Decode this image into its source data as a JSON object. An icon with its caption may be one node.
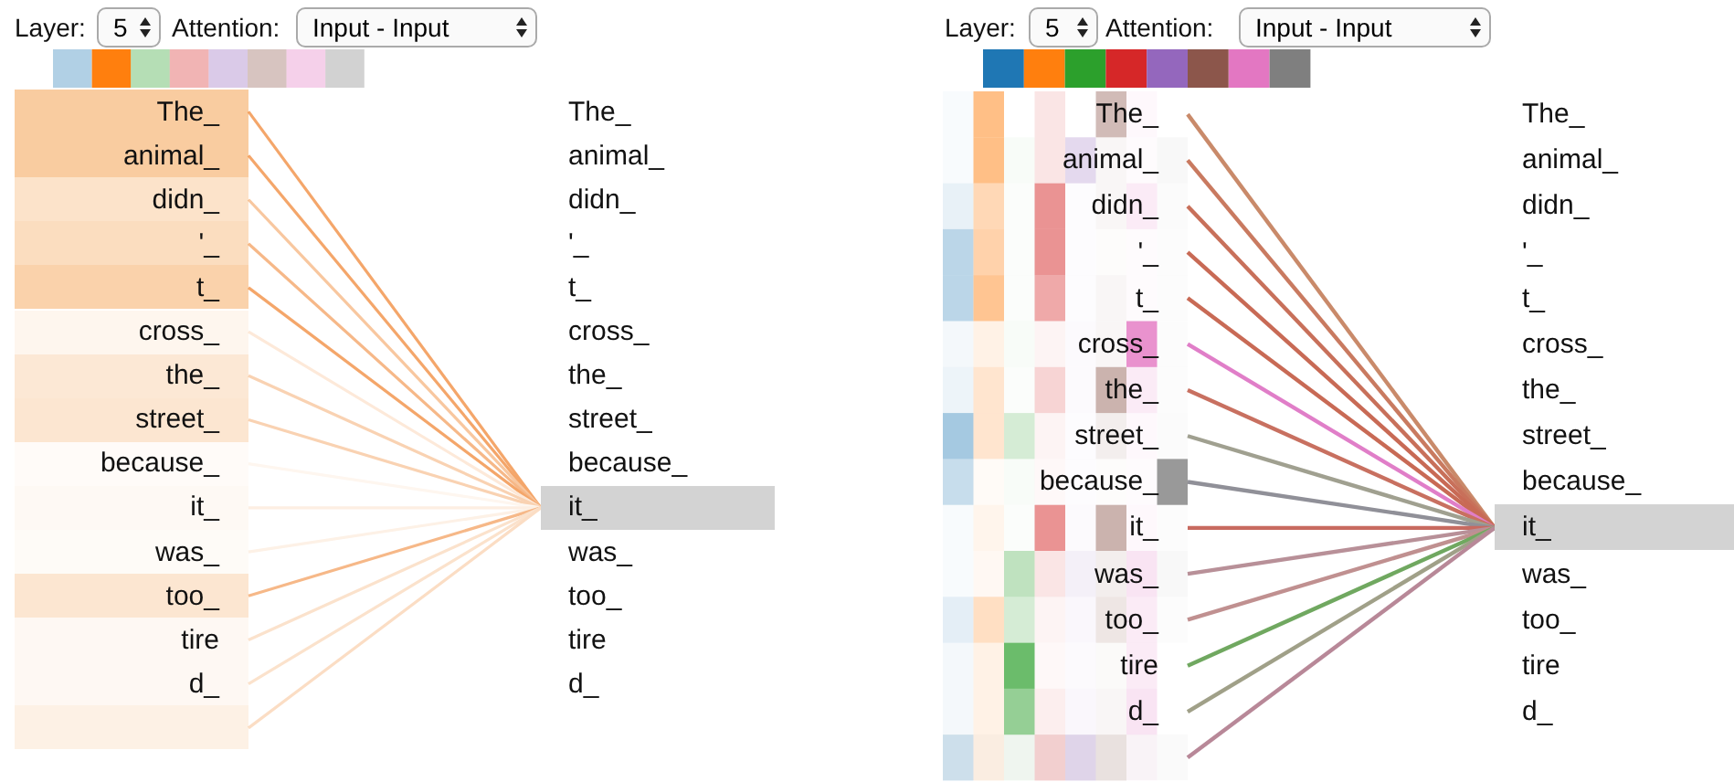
{
  "diagram": {
    "nodes": [
      {
        "text": [
          "The_"
        ]
      },
      {
        "text": [
          "animal_"
        ]
      },
      {
        "text": [
          "didn_"
        ]
      },
      {
        "text": [
          "'_"
        ]
      },
      {
        "text": [
          "t_"
        ]
      },
      {
        "text": [
          "cross_"
        ]
      },
      {
        "text": [
          "the_"
        ]
      },
      {
        "text": [
          "street_"
        ]
      },
      {
        "text": [
          "because_"
        ]
      },
      {
        "text": [
          "it_"
        ]
      },
      {
        "text": [
          "was_"
        ]
      },
      {
        "text": [
          "too_"
        ]
      },
      {
        "text": [
          "tire"
        ]
      },
      {
        "text": [
          "d_"
        ]
      },
      {
        "text": [],
        "shape": "box"
      },
      {
        "text": [
          "The_"
        ]
      },
      {
        "text": [
          "animal_"
        ]
      },
      {
        "text": [
          "didn_"
        ]
      },
      {
        "text": [
          "'_"
        ]
      },
      {
        "text": [
          "t_"
        ]
      },
      {
        "text": [
          "cross_"
        ]
      },
      {
        "text": [
          "the_"
        ]
      },
      {
        "text": [
          "street_"
        ]
      },
      {
        "text": [
          "because_"
        ]
      },
      {
        "text": [
          "it_"
        ]
      },
      {
        "text": [
          "was_"
        ]
      },
      {
        "text": [
          "too_"
        ]
      },
      {
        "text": [
          "tire"
        ]
      },
      {
        "text": [
          "d_"
        ]
      },
      {
        "text": [
          "The_"
        ]
      },
      {
        "text": [
          "animal_"
        ]
      },
      {
        "text": [
          "didn_"
        ]
      },
      {
        "text": [
          "'_"
        ]
      },
      {
        "text": [
          "t_"
        ]
      },
      {
        "text": [
          "cross_"
        ]
      },
      {
        "text": [
          "the_"
        ]
      },
      {
        "text": [
          "street_"
        ]
      },
      {
        "text": [
          "because_"
        ]
      },
      {
        "text": [
          "it_"
        ]
      },
      {
        "text": [
          "was_"
        ]
      },
      {
        "text": [
          "too_"
        ]
      },
      {
        "text": [
          "tire"
        ]
      },
      {
        "text": [
          "d_"
        ]
      },
      {
        "text": [],
        "shape": "box"
      },
      {
        "text": [
          "The_"
        ]
      },
      {
        "text": [
          "animal_"
        ]
      },
      {
        "text": [
          "didn_"
        ]
      },
      {
        "text": [
          "'_"
        ]
      },
      {
        "text": [
          "t_"
        ]
      },
      {
        "text": [
          "cross_"
        ]
      },
      {
        "text": [
          "the_"
        ]
      },
      {
        "text": [
          "street_"
        ]
      },
      {
        "text": [
          "because_"
        ]
      },
      {
        "text": [
          "it_"
        ]
      },
      {
        "text": [
          "was_"
        ]
      },
      {
        "text": [
          "too_"
        ]
      },
      {
        "text": [
          "tire"
        ]
      },
      {
        "text": [
          "d_"
        ]
      }
    ],
    "edges": [
      {
        "from": 0,
        "to": 24,
        "arrow": "none",
        "color": "#f4a66a"
      },
      {
        "from": 1,
        "to": 24,
        "arrow": "none",
        "color": "#f4a66a"
      },
      {
        "from": 2,
        "to": 24,
        "arrow": "none",
        "color": "#f8c79f"
      },
      {
        "from": 3,
        "to": 24,
        "arrow": "none",
        "color": "#f6b888"
      },
      {
        "from": 4,
        "to": 24,
        "arrow": "none",
        "color": "#f4a66a"
      },
      {
        "from": 5,
        "to": 24,
        "arrow": "none",
        "color": "#fde9d9"
      },
      {
        "from": 6,
        "to": 24,
        "arrow": "none",
        "color": "#f9d2b2"
      },
      {
        "from": 7,
        "to": 24,
        "arrow": "none",
        "color": "#f9d2b2"
      },
      {
        "from": 8,
        "to": 24,
        "arrow": "none",
        "color": "#fef6ef"
      },
      {
        "from": 9,
        "to": 24,
        "arrow": "none",
        "color": "#fdeee2"
      },
      {
        "from": 10,
        "to": 24,
        "arrow": "none",
        "color": "#fdf1e6"
      },
      {
        "from": 11,
        "to": 24,
        "arrow": "none",
        "color": "#f6b888"
      },
      {
        "from": 12,
        "to": 24,
        "arrow": "none",
        "color": "#fbe2cc"
      },
      {
        "from": 13,
        "to": 24,
        "arrow": "none",
        "color": "#fbe2cc"
      },
      {
        "from": 14,
        "to": 24,
        "arrow": "none",
        "color": "#fbddc4"
      },
      {
        "from": 29,
        "to": 53,
        "arrow": "none",
        "color": "#c98a6a"
      },
      {
        "from": 30,
        "to": 53,
        "arrow": "none",
        "color": "#c97a60"
      },
      {
        "from": 31,
        "to": 53,
        "arrow": "none",
        "color": "#c8705a"
      },
      {
        "from": 32,
        "to": 53,
        "arrow": "none",
        "color": "#c86a55"
      },
      {
        "from": 33,
        "to": 53,
        "arrow": "none",
        "color": "#c86a55"
      },
      {
        "from": 34,
        "to": 53,
        "arrow": "none",
        "color": "#e07ec8"
      },
      {
        "from": 35,
        "to": 53,
        "arrow": "none",
        "color": "#c87060"
      },
      {
        "from": 36,
        "to": 53,
        "arrow": "none",
        "color": "#a0a090"
      },
      {
        "from": 37,
        "to": 53,
        "arrow": "none",
        "color": "#909098"
      },
      {
        "from": 38,
        "to": 53,
        "arrow": "none",
        "color": "#c86a60"
      },
      {
        "from": 39,
        "to": 53,
        "arrow": "none",
        "color": "#b89098"
      },
      {
        "from": 40,
        "to": 53,
        "arrow": "none",
        "color": "#c09090"
      },
      {
        "from": 41,
        "to": 53,
        "arrow": "none",
        "color": "#70a860"
      },
      {
        "from": 42,
        "to": 53,
        "arrow": "none",
        "color": "#a0a088"
      },
      {
        "from": 43,
        "to": 53,
        "arrow": "none",
        "color": "#b88898"
      }
    ],
    "labels": [
      "Layer:",
      "5",
      "Attention:",
      "Input - Input",
      "Layer:",
      "5",
      "Attention:",
      "Input - Input"
    ]
  }
}
